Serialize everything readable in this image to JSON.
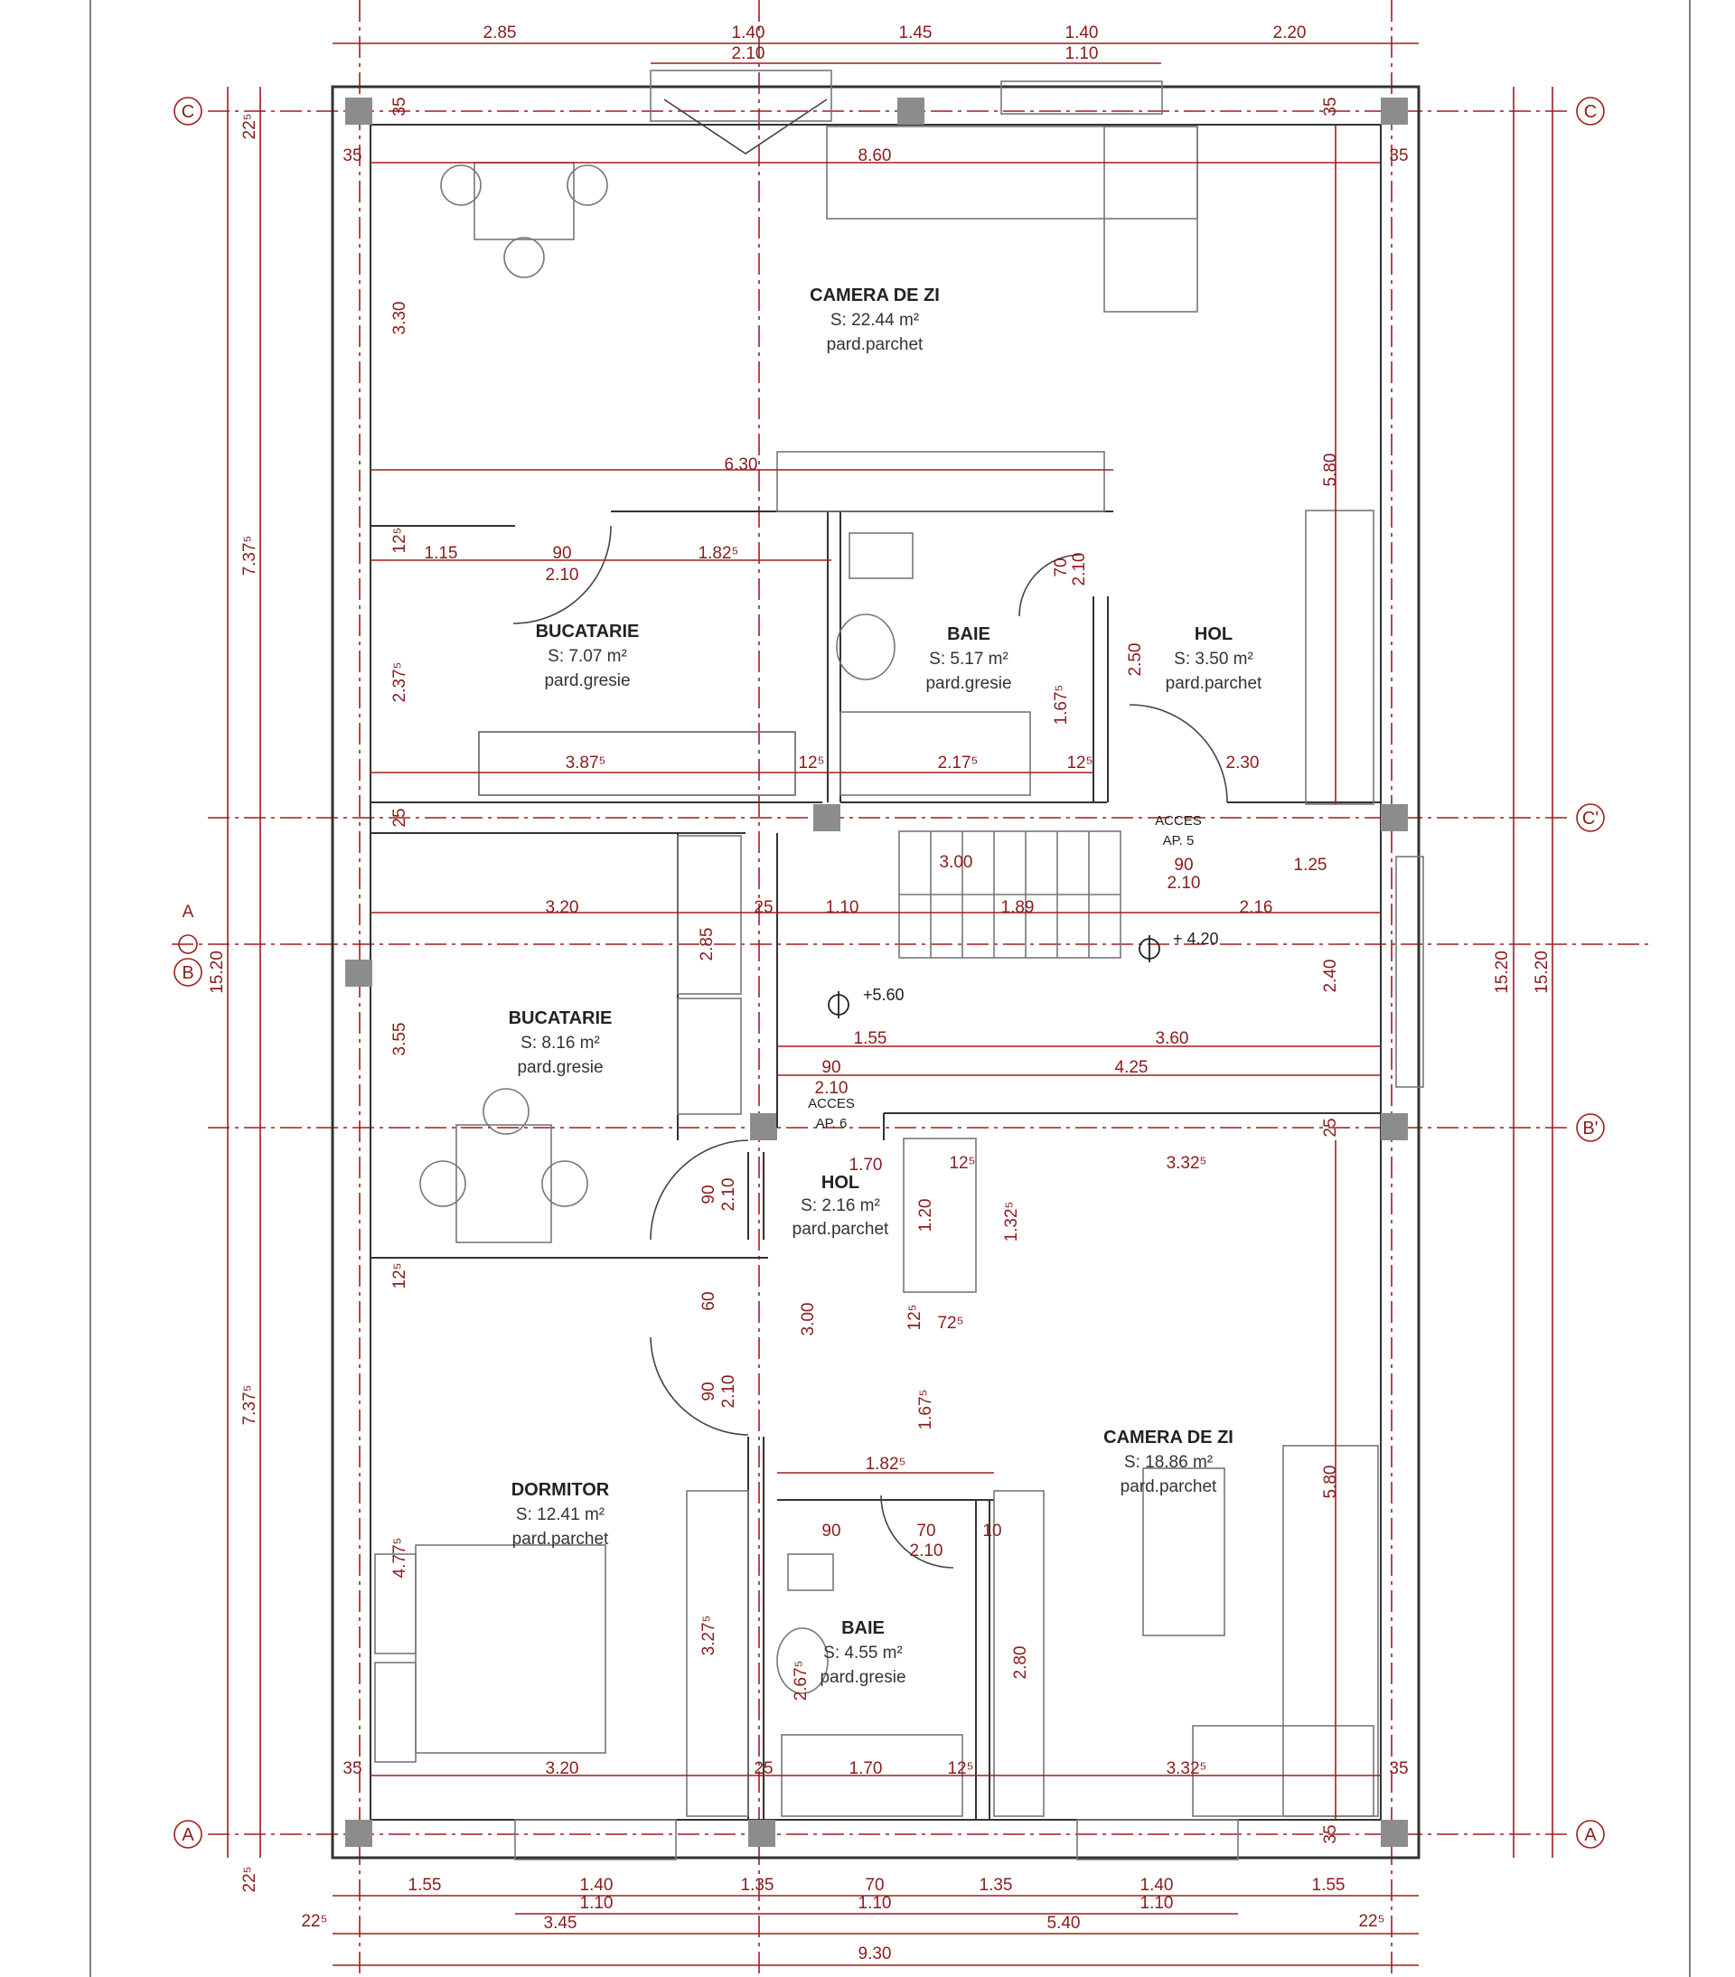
{
  "rooms": [
    {
      "name": "CAMERA DE ZI",
      "area": "S: 22.44 m²",
      "floor": "pard.parchet"
    },
    {
      "name": "BUCATARIE",
      "area": "S: 7.07 m²",
      "floor": "pard.gresie"
    },
    {
      "name": "BAIE",
      "area": "S: 5.17 m²",
      "floor": "pard.gresie"
    },
    {
      "name": "HOL",
      "area": "S: 3.50 m²",
      "floor": "pard.parchet"
    },
    {
      "name": "BUCATARIE",
      "area": "S: 8.16 m²",
      "floor": "pard.gresie"
    },
    {
      "name": "HOL",
      "area": "S: 2.16 m²",
      "floor": "pard.parchet"
    },
    {
      "name": "DORMITOR",
      "area": "S: 12.41 m²",
      "floor": "pard.parchet"
    },
    {
      "name": "CAMERA DE ZI",
      "area": "S: 18.86 m²",
      "floor": "pard.parchet"
    },
    {
      "name": "BAIE",
      "area": "S: 4.55 m²",
      "floor": "pard.gresie"
    }
  ],
  "access": [
    {
      "line1": "ACCES",
      "line2": "AP. 5"
    },
    {
      "line1": "ACCES",
      "line2": "AP. 6"
    }
  ],
  "levels": [
    "+ 4.20",
    "+5.60"
  ],
  "grid_labels": [
    "C",
    "C'",
    "B",
    "B'",
    "A"
  ],
  "section_mark": "A",
  "dims": {
    "top_row1": [
      "2.85",
      "1.40",
      "1.45",
      "1.40",
      "2.20"
    ],
    "top_row2": [
      "2.10",
      "1.10"
    ],
    "bottom_row1": [
      "1.55",
      "1.40",
      "1.35",
      "70",
      "1.35",
      "1.40",
      "1.55"
    ],
    "bottom_row2": [
      "1.10",
      "1.10",
      "1.10"
    ],
    "bottom_row3": [
      "22⁵",
      "3.45",
      "5.40",
      "22⁵"
    ],
    "bottom_total": "9.30",
    "left": [
      "22⁵",
      "7.37⁵",
      "15.20",
      "7.37⁵",
      "22⁵"
    ],
    "right": [
      "15.20",
      "15.20"
    ],
    "interior": [
      "35",
      "35",
      "8.60",
      "35",
      "35",
      "3.30",
      "5.80",
      "6.30",
      "12⁵",
      "1.15",
      "90",
      "1.82⁵",
      "2.10",
      "2.37⁵",
      "70",
      "2.10",
      "2.50",
      "1.67⁵",
      "3.87⁵",
      "12⁵",
      "2.17⁵",
      "12⁵",
      "2.30",
      "25",
      "3.00",
      "90",
      "2.10",
      "1.25",
      "3.20",
      "25",
      "1.10",
      "1.89",
      "2.16",
      "2.85",
      "2.40",
      "3.55",
      "1.55",
      "3.60",
      "90",
      "4.25",
      "2.10",
      "25",
      "1.70",
      "12⁵",
      "3.32⁵",
      "90",
      "2.10",
      "1.20",
      "1.32⁵",
      "12⁵",
      "60",
      "12⁵",
      "72⁵",
      "3.00",
      "90",
      "2.10",
      "1.67⁵",
      "1.82⁵",
      "5.80",
      "90",
      "70",
      "2.10",
      "10",
      "4.77⁵",
      "3.27⁵",
      "2.67⁵",
      "2.80",
      "35",
      "3.20",
      "25",
      "1.70",
      "12⁵",
      "3.32⁵",
      "35",
      "35"
    ]
  }
}
